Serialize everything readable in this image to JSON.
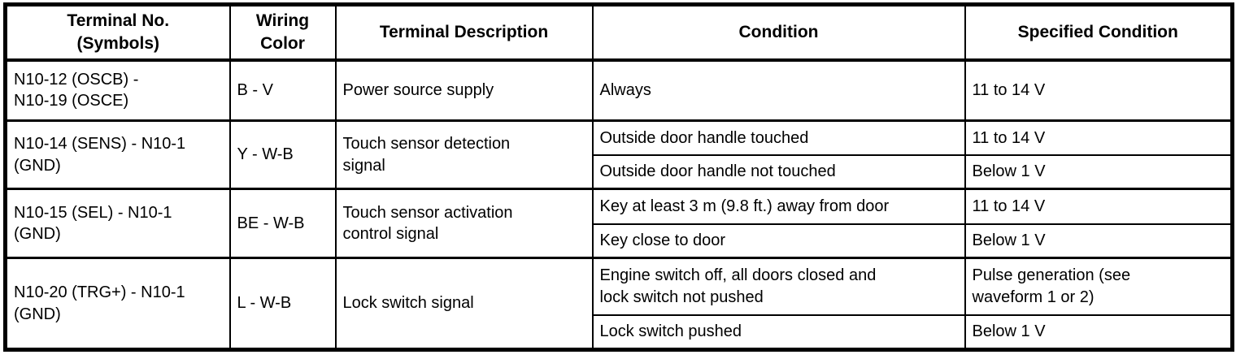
{
  "table": {
    "headers": {
      "terminal": "Terminal No.\n(Symbols)",
      "wiring_color": "Wiring\nColor",
      "description": "Terminal Description",
      "condition": "Condition",
      "specified": "Specified Condition"
    },
    "rows": [
      {
        "terminal": "N10-12 (OSCB) -\nN10-19 (OSCE)",
        "wiring_color": "B - V",
        "description": "Power source supply",
        "conditions": [
          {
            "condition": "Always",
            "specified": "11 to 14 V"
          }
        ]
      },
      {
        "terminal": "N10-14 (SENS) - N10-1\n(GND)",
        "wiring_color": "Y - W-B",
        "description": "Touch sensor detection\nsignal",
        "conditions": [
          {
            "condition": "Outside door handle touched",
            "specified": "11 to 14 V"
          },
          {
            "condition": "Outside door handle not touched",
            "specified": "Below 1 V"
          }
        ]
      },
      {
        "terminal": "N10-15 (SEL) - N10-1\n(GND)",
        "wiring_color": "BE - W-B",
        "description": "Touch sensor activation\ncontrol signal",
        "conditions": [
          {
            "condition": "Key at least 3 m (9.8 ft.) away from door",
            "specified": "11 to 14 V"
          },
          {
            "condition": "Key close to door",
            "specified": "Below 1 V"
          }
        ]
      },
      {
        "terminal": "N10-20 (TRG+) - N10-1\n(GND)",
        "wiring_color": "L - W-B",
        "description": "Lock switch signal",
        "conditions": [
          {
            "condition": "Engine switch off, all doors closed and\nlock switch not pushed",
            "specified": "Pulse generation (see\nwaveform 1 or 2)"
          },
          {
            "condition": "Lock switch pushed",
            "specified": "Below 1 V"
          }
        ]
      }
    ]
  },
  "colors": {
    "border": "#000000",
    "background": "#ffffff",
    "text": "#000000"
  }
}
